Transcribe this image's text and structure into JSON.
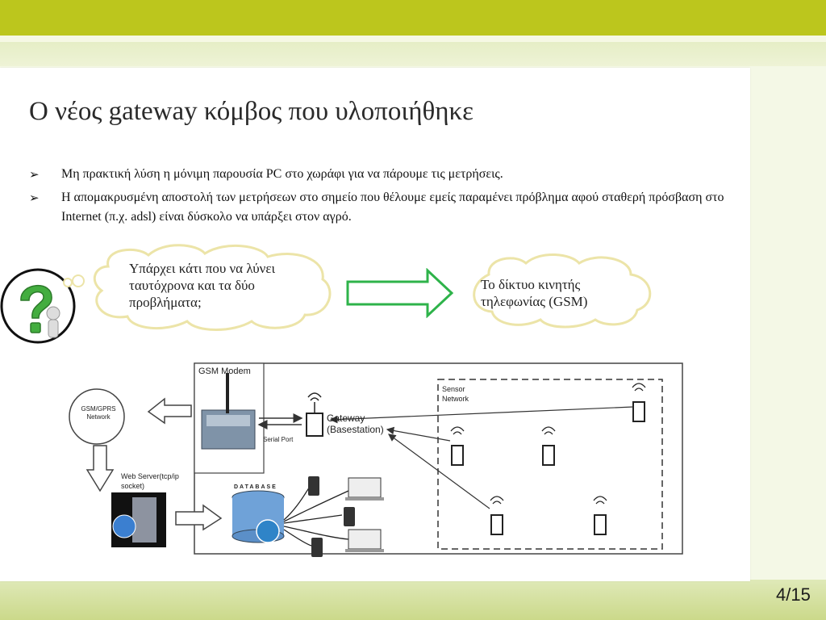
{
  "slide": {
    "title": "Ο νέος gateway κόμβος που υλοποιήθηκε",
    "bullets": [
      "Μη πρακτική λύση η μόνιμη παρουσία PC στο χωράφι για να πάρουμε τις μετρήσεις.",
      "Η απομακρυσμένη αποστολή των μετρήσεων στο σημείο που θέλουμε εμείς παραμένει πρόβλημα αφού σταθερή πρόσβαση στο Internet (π.χ. adsl) είναι δύσκολο να υπάρξει στον αγρό."
    ],
    "bullet_icon": "arrowhead-bullet-icon",
    "cloud_question": "Υπάρχει κάτι που να λύνει ταυτόχρονα και τα δύο προβλήματα;",
    "cloud_answer": "Το δίκτυο κινητής τηλεφωνίας (GSM)",
    "question_icon": "question-mark-figure-icon",
    "arrow_icon": "green-right-arrow-icon",
    "page_number": "4/15"
  },
  "diagram": {
    "gsm_modem_label": "GSM Modem",
    "gsm_network_label": "GSM/GPRS Network",
    "serial_port_label": "Serial Port",
    "gateway_label": "Gateway (Basestation)",
    "sensor_network_label": "Sensor Network",
    "web_server_label": "Web Server(tcp/ip socket)",
    "database_label": "DATABASE"
  },
  "colors": {
    "band": "#bcc61d",
    "arrow_green": "#2eb34a",
    "cloud_border": "#ece4a8"
  }
}
